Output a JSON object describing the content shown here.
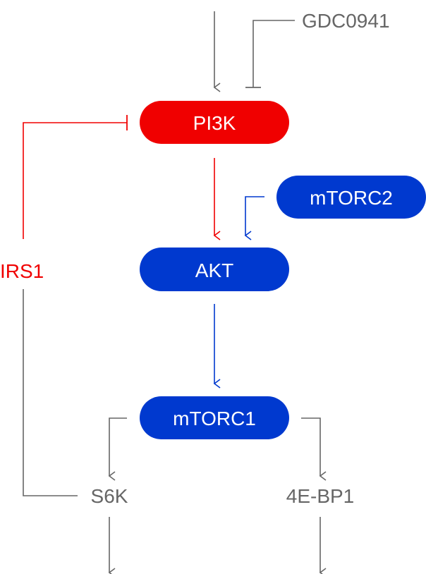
{
  "nodes": {
    "gdc0941": "GDC0941",
    "pi3k": "PI3K",
    "mtorc2": "mTORC2",
    "akt": "AKT",
    "irs1": "IRS1",
    "mtorc1": "mTORC1",
    "s6k": "S6K",
    "fourebp1": "4E-BP1"
  },
  "colors": {
    "red": "#f00000",
    "blue": "#0039cf",
    "gray": "#666666",
    "white": "#ffffff"
  },
  "edges": [
    {
      "from": "upstream",
      "to": "pi3k",
      "type": "activation",
      "color": "gray"
    },
    {
      "from": "gdc0941",
      "to": "pi3k",
      "type": "inhibition",
      "color": "gray"
    },
    {
      "from": "pi3k",
      "to": "akt",
      "type": "activation",
      "color": "red"
    },
    {
      "from": "mtorc2",
      "to": "akt",
      "type": "activation",
      "color": "blue"
    },
    {
      "from": "akt",
      "to": "mtorc1",
      "type": "activation",
      "color": "blue"
    },
    {
      "from": "mtorc1",
      "to": "s6k",
      "type": "activation",
      "color": "gray"
    },
    {
      "from": "mtorc1",
      "to": "fourebp1",
      "type": "activation",
      "color": "gray"
    },
    {
      "from": "s6k",
      "to": "downstream",
      "type": "activation",
      "color": "gray"
    },
    {
      "from": "fourebp1",
      "to": "downstream",
      "type": "activation",
      "color": "gray"
    },
    {
      "from": "s6k",
      "to": "irs1",
      "type": "link",
      "color": "gray"
    },
    {
      "from": "irs1",
      "to": "pi3k",
      "type": "inhibition",
      "color": "red"
    }
  ]
}
